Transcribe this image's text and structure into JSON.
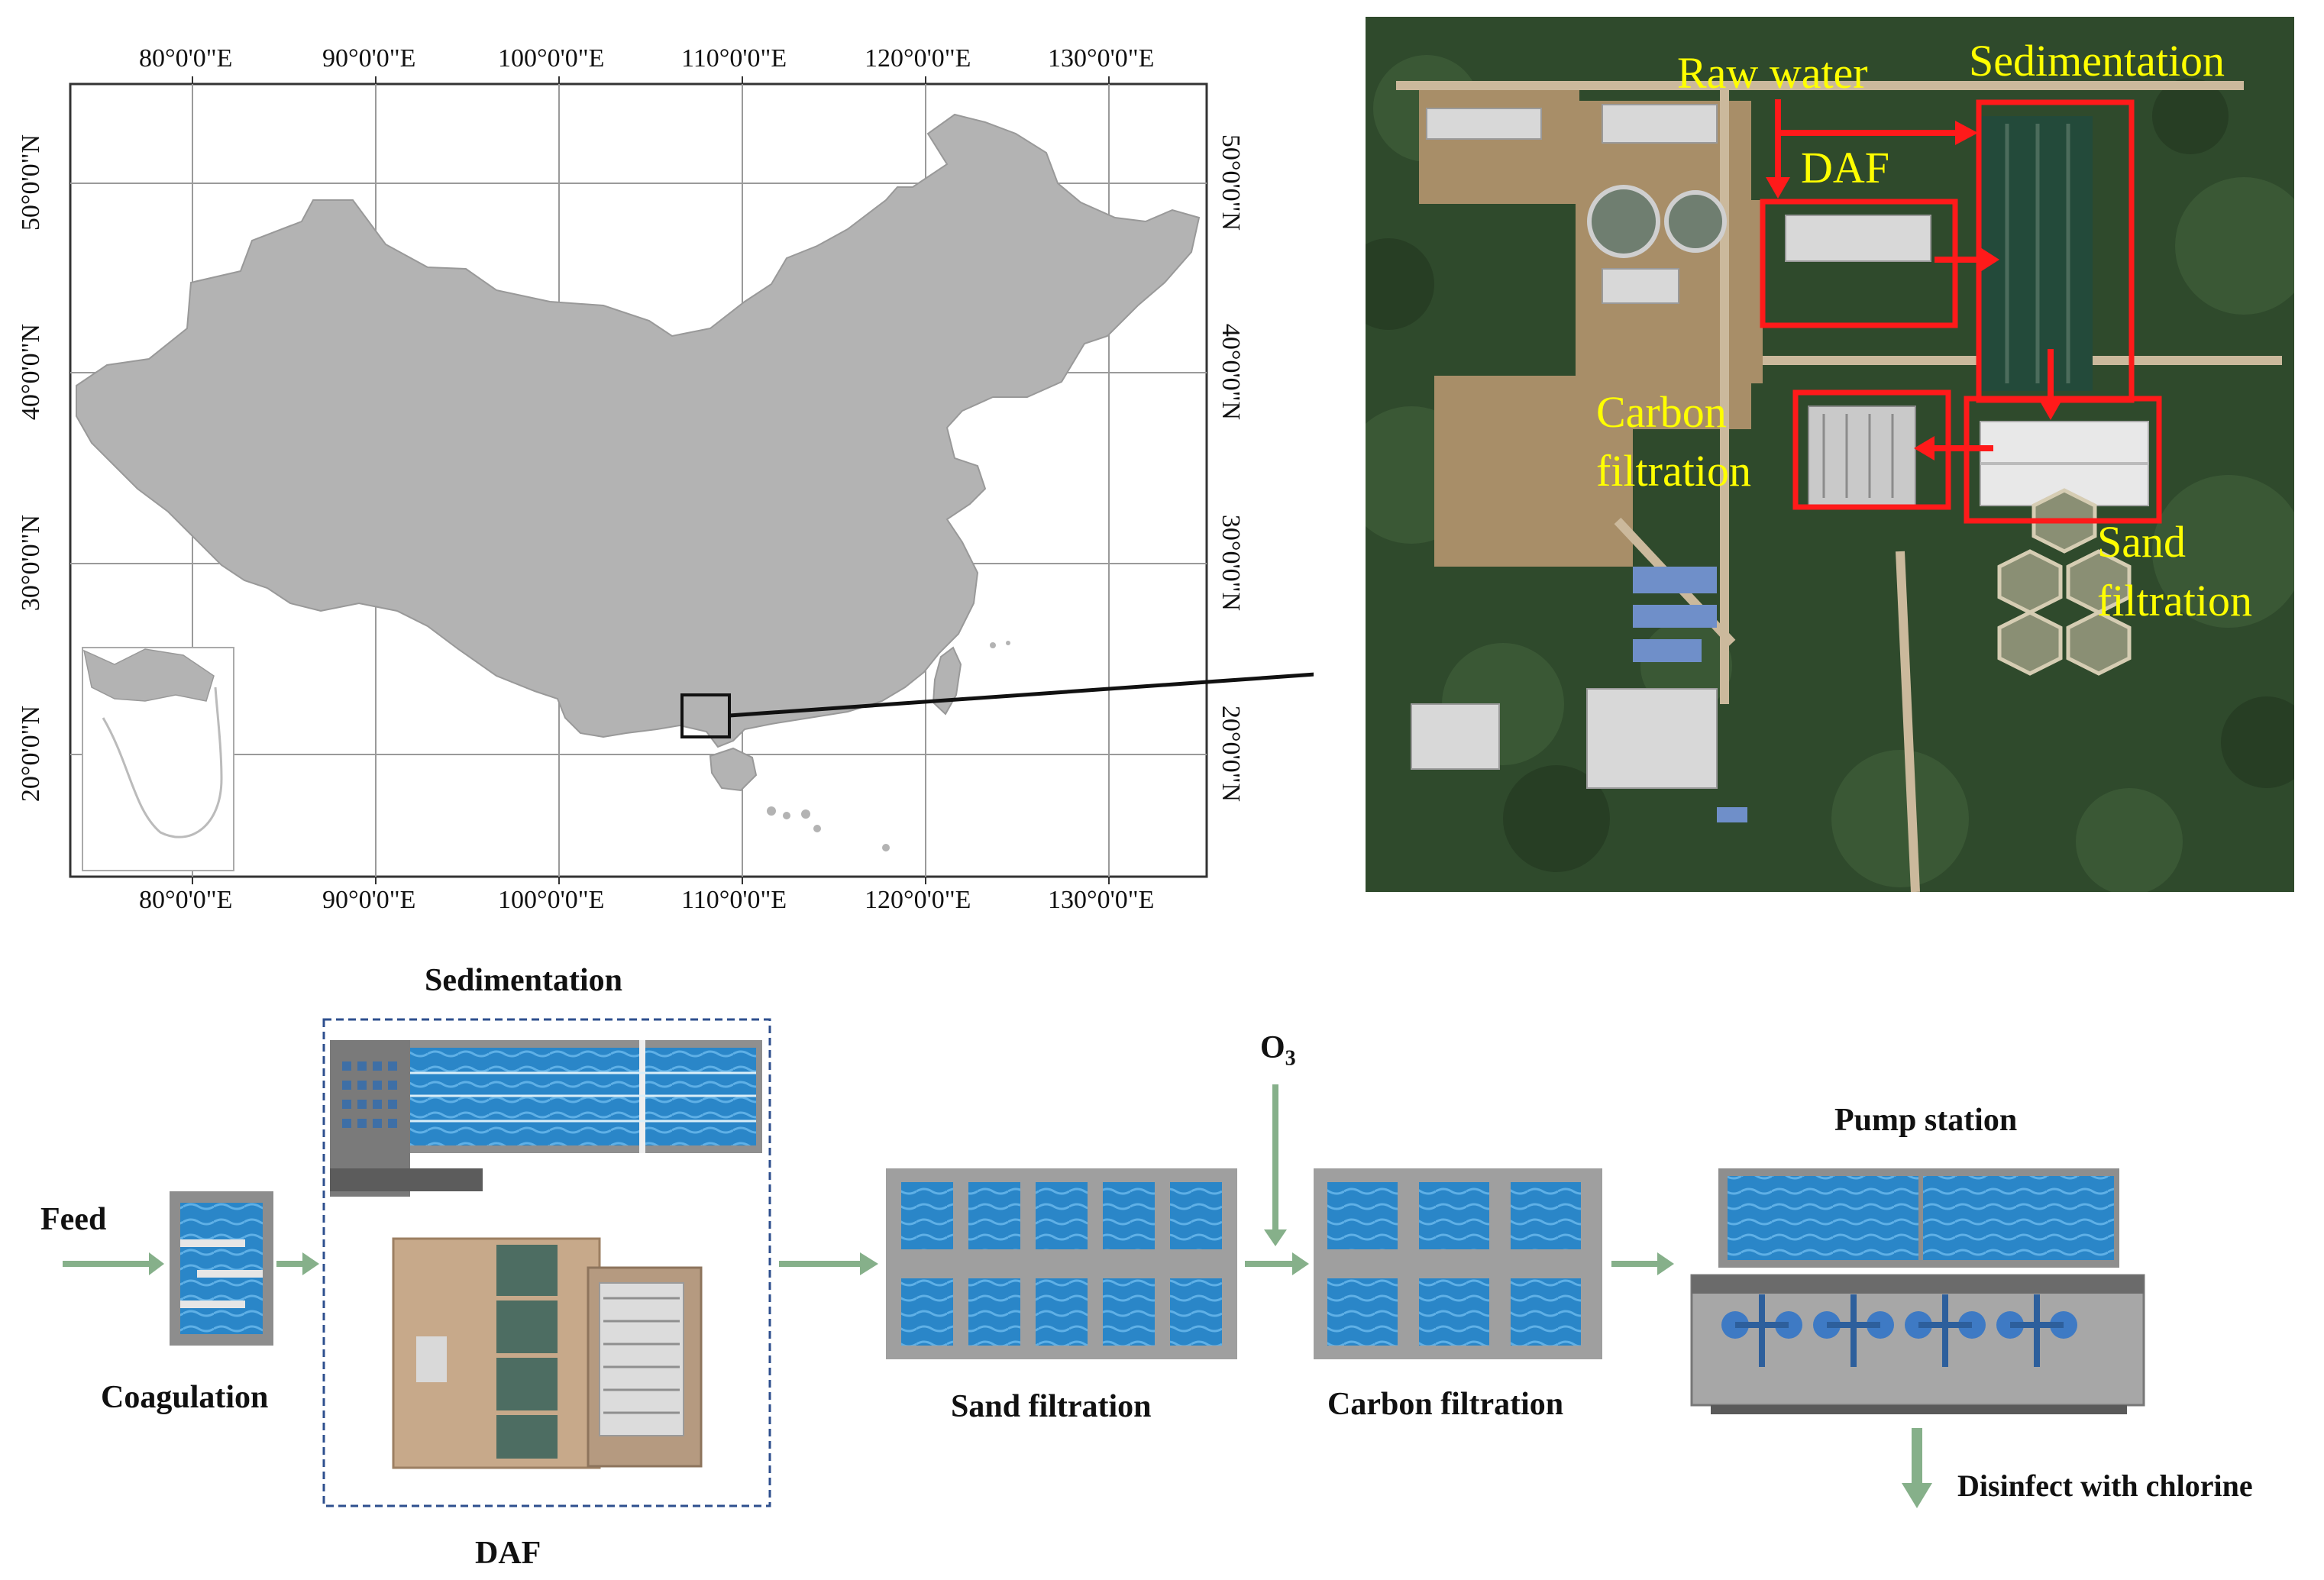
{
  "map": {
    "top_ticks": [
      "80°0'0\"E",
      "90°0'0\"E",
      "100°0'0\"E",
      "110°0'0\"E",
      "120°0'0\"E",
      "130°0'0\"E"
    ],
    "bottom_ticks": [
      "80°0'0\"E",
      "90°0'0\"E",
      "100°0'0\"E",
      "110°0'0\"E",
      "120°0'0\"E",
      "130°0'0\"E"
    ],
    "left_ticks": [
      "50°0'0\"N",
      "40°0'0\"N",
      "30°0'0\"N",
      "20°0'0\"N"
    ],
    "right_ticks": [
      "50°0'0\"N",
      "40°0'0\"N",
      "30°0'0\"N",
      "20°0'0\"N"
    ],
    "land_color": "#b3b3b3",
    "grid_color": "#9a9a9a"
  },
  "satellite": {
    "raw_water": "Raw water",
    "sedimentation": "Sedimentation",
    "daf": "DAF",
    "carbon_line1": "Carbon",
    "carbon_line2": "filtration",
    "sand_line1": "Sand",
    "sand_line2": "filtration",
    "label_color": "#ffff00",
    "box_color": "#ff1a1a"
  },
  "flow": {
    "sedimentation": "Sedimentation",
    "feed": "Feed",
    "coagulation": "Coagulation",
    "daf": "DAF",
    "ozone": "O",
    "ozone_sub": "3",
    "sand_filtration": "Sand filtration",
    "carbon_filtration": "Carbon filtration",
    "pump_station": "Pump station",
    "disinfect": "Disinfect with chlorine",
    "arrow_color": "#86b08a",
    "water_color": "#2a86c8"
  }
}
